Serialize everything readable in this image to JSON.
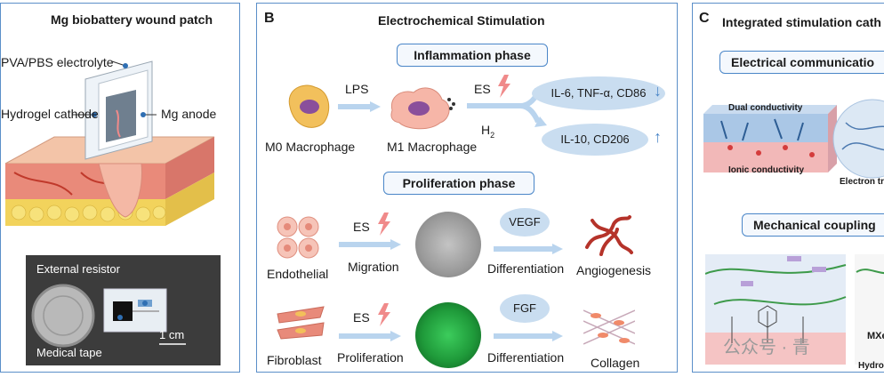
{
  "panelA": {
    "title": "Mg biobattery wound patch",
    "electrolyte": "PVA/PBS electrolyte",
    "cathode": "Hydrogel cathode",
    "anode": "Mg anode",
    "resistor": "External resistor",
    "tape": "Medical tape",
    "scale": "1 cm"
  },
  "panelB": {
    "letter": "B",
    "title": "Electrochemical Stimulation",
    "inflammation": "Inflammation phase",
    "proliferation": "Proliferation phase",
    "lps": "LPS",
    "es": "ES",
    "h2": "H",
    "h2_sub": "2",
    "m0": "M0 Macrophage",
    "m1": "M1 Macrophage",
    "up_markers": "IL-6, TNF-α, CD86",
    "down_markers": "IL-10, CD206",
    "endothelial": "Endothelial",
    "migration": "Migration",
    "vegf": "VEGF",
    "differentiation1": "Differentiation",
    "angiogenesis": "Angiogenesis",
    "fibroblast": "Fibroblast",
    "proliferation_lbl": "Proliferation",
    "fgf": "FGF",
    "differentiation2": "Differentiation",
    "collagen": "Collagen"
  },
  "panelC": {
    "letter": "C",
    "title": "Integrated stimulation cath",
    "electrical": "Electrical communicatio",
    "dual": "Dual conductivity",
    "ionic": "Ionic conductivity",
    "electron": "Electron transf",
    "mechanical": "Mechanical coupling",
    "mxe": "MXe",
    "hydrogel": "Hydroge",
    "watermark": "公众号 · 青"
  },
  "colors": {
    "panel_border": "#5b8fc9",
    "arrow": "#b9d4ee",
    "ellipse": "#c9ddf0",
    "lightning": "#f08a8a"
  }
}
